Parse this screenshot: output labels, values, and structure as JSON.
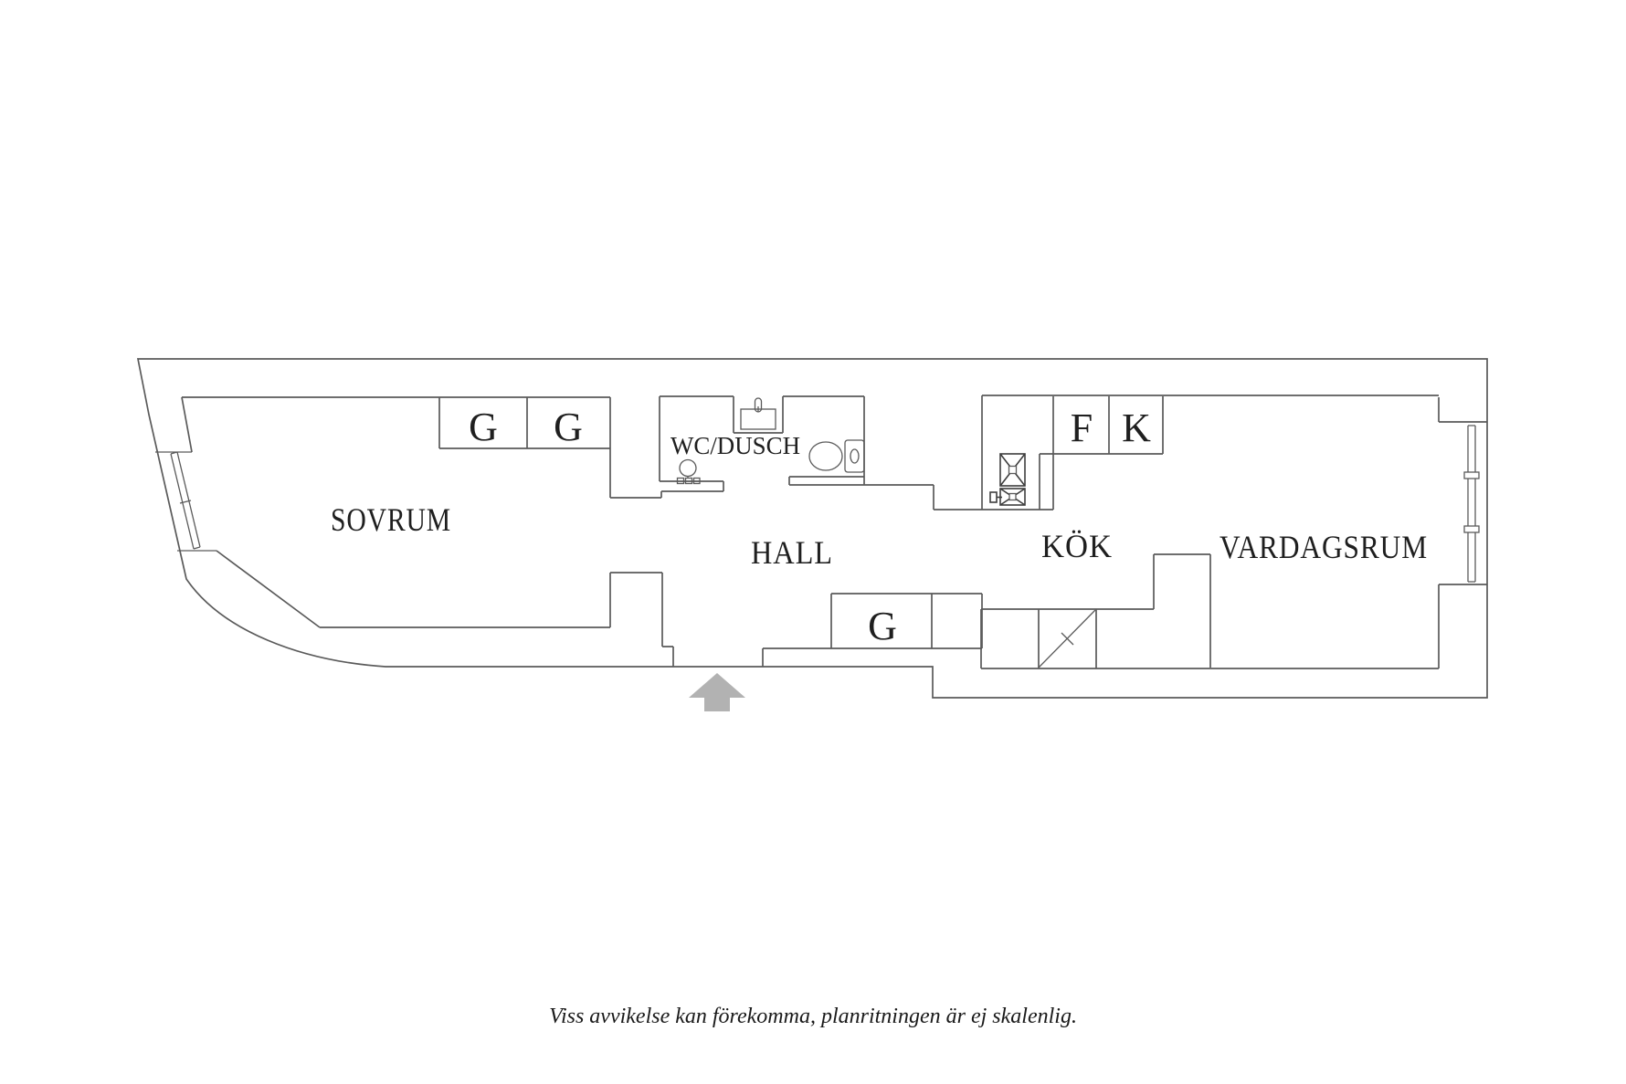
{
  "canvas": {
    "background": "#ffffff"
  },
  "plan": {
    "wall_color": "#5a5a5a",
    "label_color": "#1f1f1f",
    "arrow_color": "#b2b2b2",
    "rooms": {
      "sovrum": {
        "label": "SOVRUM"
      },
      "hall": {
        "label": "HALL"
      },
      "wc_dusch": {
        "label": "WC/DUSCH"
      },
      "kok": {
        "label": "KÖK"
      },
      "vardagsrum": {
        "label": "VARDAGSRUM"
      }
    },
    "closets": {
      "g1": {
        "label": "G"
      },
      "g2": {
        "label": "G"
      },
      "g3": {
        "label": "G"
      },
      "f": {
        "label": "F"
      },
      "k": {
        "label": "K"
      }
    },
    "fixtures": {
      "bathroom_sink": "sink-icon",
      "bathroom_faucet": "faucet-icon",
      "toilet": "toilet-icon",
      "shower_drain": "shower-drain-icon",
      "stove": "stove-icon",
      "kitchen_sink": "kitchen-sink-icon",
      "kitchen_faucet": "faucet-icon",
      "window_left": "window-icon",
      "window_right": "window-icon",
      "shaft_mark": "shaft-diagonal-icon",
      "entrance_arrow": "entrance-arrow-icon"
    }
  },
  "caption": "Viss avvikelse kan förekomma, planritningen är ej skalenlig."
}
